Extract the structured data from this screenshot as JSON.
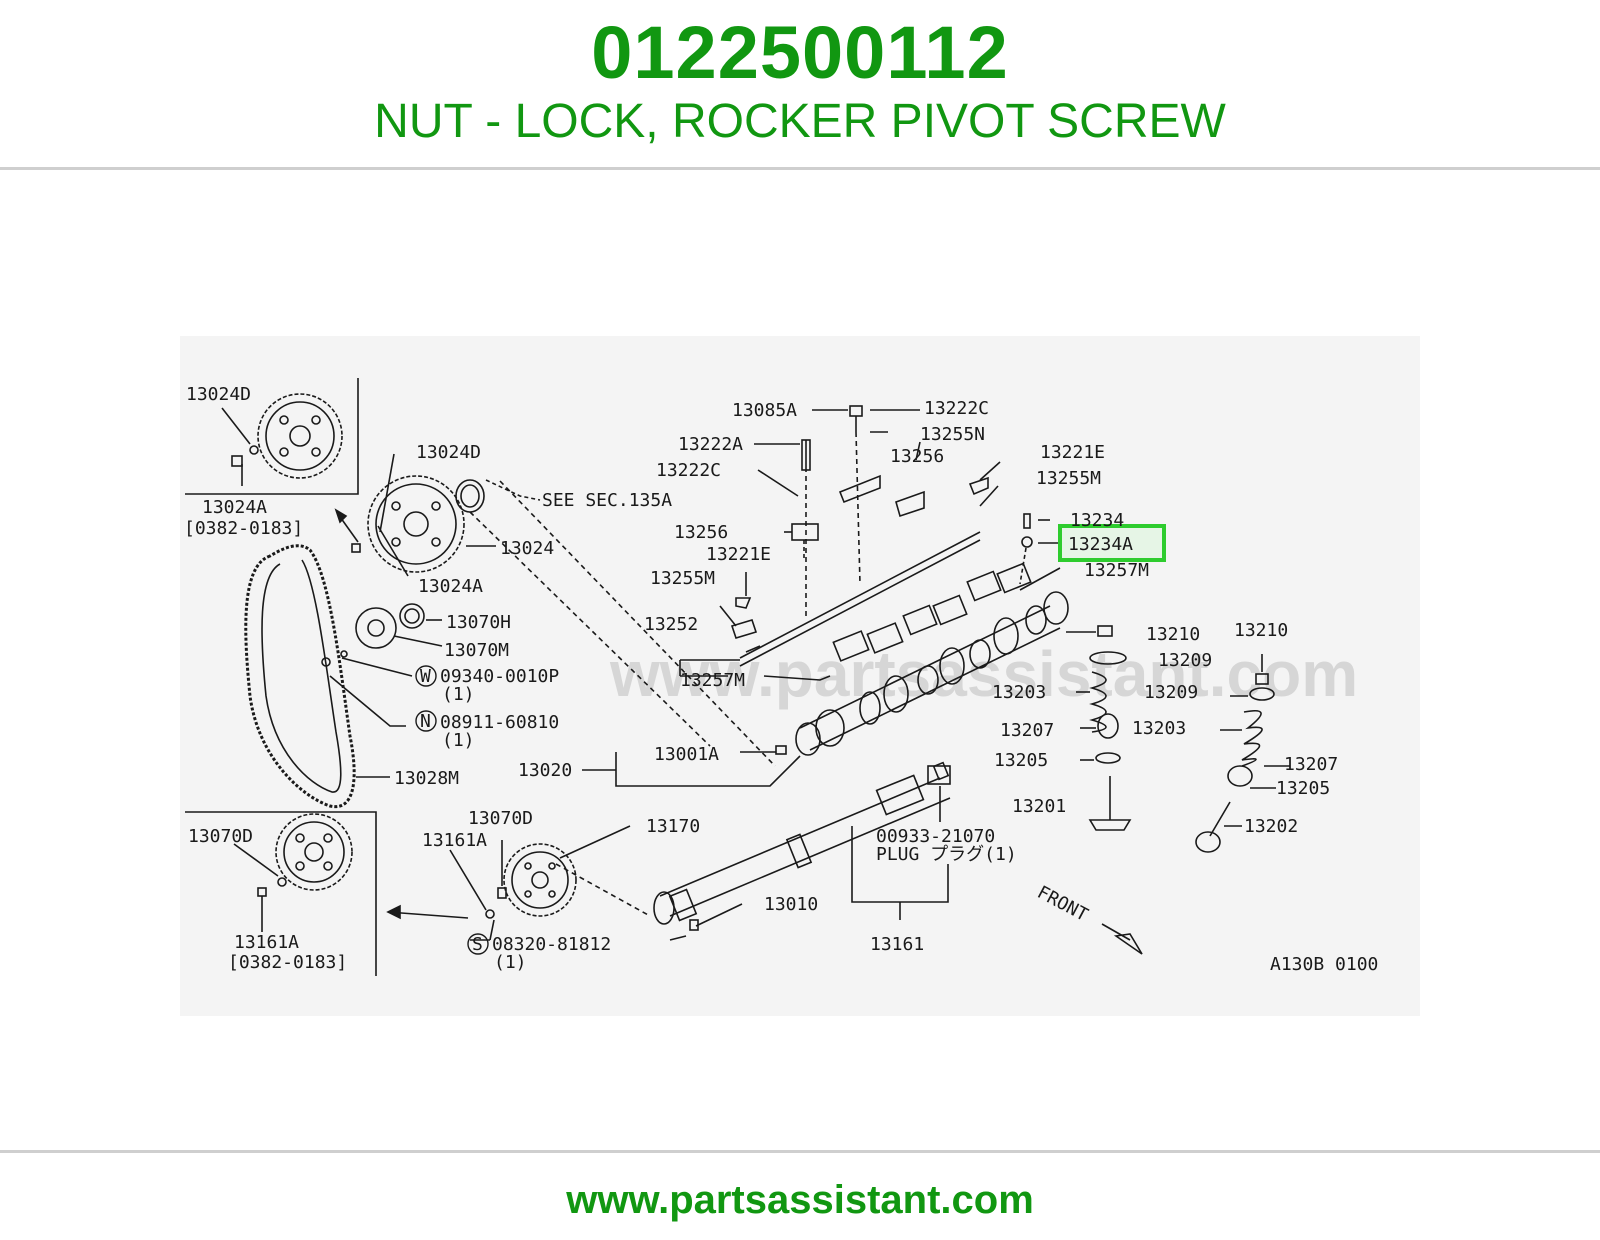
{
  "header": {
    "part_number": "0122500112",
    "description": "NUT - LOCK, ROCKER PIVOT SCREW"
  },
  "footer": {
    "url": "www.partsassistant.com"
  },
  "colors": {
    "brand_green": "#119711",
    "highlight": "#2ecc2e",
    "rule": "#cfcfcf"
  },
  "diagram": {
    "watermark": "www.partsassistant.com",
    "figure_code": "A130B 0100",
    "highlighted_label": "13234A",
    "labels": {
      "l_13024D_a": "13024D",
      "l_13024A_a": "13024A",
      "l_range_a": "[0382-0183]",
      "l_13024D_b": "13024D",
      "l_see_sec": "SEE SEC.135A",
      "l_13024": "13024",
      "l_13024A_b": "13024A",
      "l_13070H": "13070H",
      "l_13070M": "13070M",
      "l_09340": "09340-0010P",
      "l_09340_qty": "(1)",
      "l_08911": "08911-60810",
      "l_08911_qty": "(1)",
      "l_13028M": "13028M",
      "l_13070D_a": "13070D",
      "l_13161A_a": "13161A",
      "l_range_b": "[0382-0183]",
      "l_13070D_b": "13070D",
      "l_13161A_b": "13161A",
      "l_08320": "08320-81812",
      "l_08320_qty": "(1)",
      "l_13170": "13170",
      "l_13010": "13010",
      "l_13161": "13161",
      "l_00933": "00933-21070",
      "l_plug": "PLUG プラグ(1)",
      "l_13020": "13020",
      "l_13001A": "13001A",
      "l_13257M_a": "13257M",
      "l_13252": "13252",
      "l_13255M_a": "13255M",
      "l_13221E_a": "13221E",
      "l_13256_a": "13256",
      "l_13222C_a": "13222C",
      "l_13222A": "13222A",
      "l_13085A": "13085A",
      "l_13222C_b": "13222C",
      "l_13255N": "13255N",
      "l_13256_b": "13256",
      "l_13221E_b": "13221E",
      "l_13255M_b": "13255M",
      "l_13234": "13234",
      "l_13234A": "13234A",
      "l_13257M_b": "13257M",
      "l_13210_a": "13210",
      "l_13209_a": "13209",
      "l_13203_a": "13203",
      "l_13207_a": "13207",
      "l_13205_a": "13205",
      "l_13201": "13201",
      "l_13210_b": "13210",
      "l_13209_b": "13209",
      "l_13203_b": "13203",
      "l_13207_b": "13207",
      "l_13205_b": "13205",
      "l_13202": "13202",
      "l_front": "FRONT",
      "l_W": "W",
      "l_N": "N",
      "l_S": "S"
    }
  }
}
